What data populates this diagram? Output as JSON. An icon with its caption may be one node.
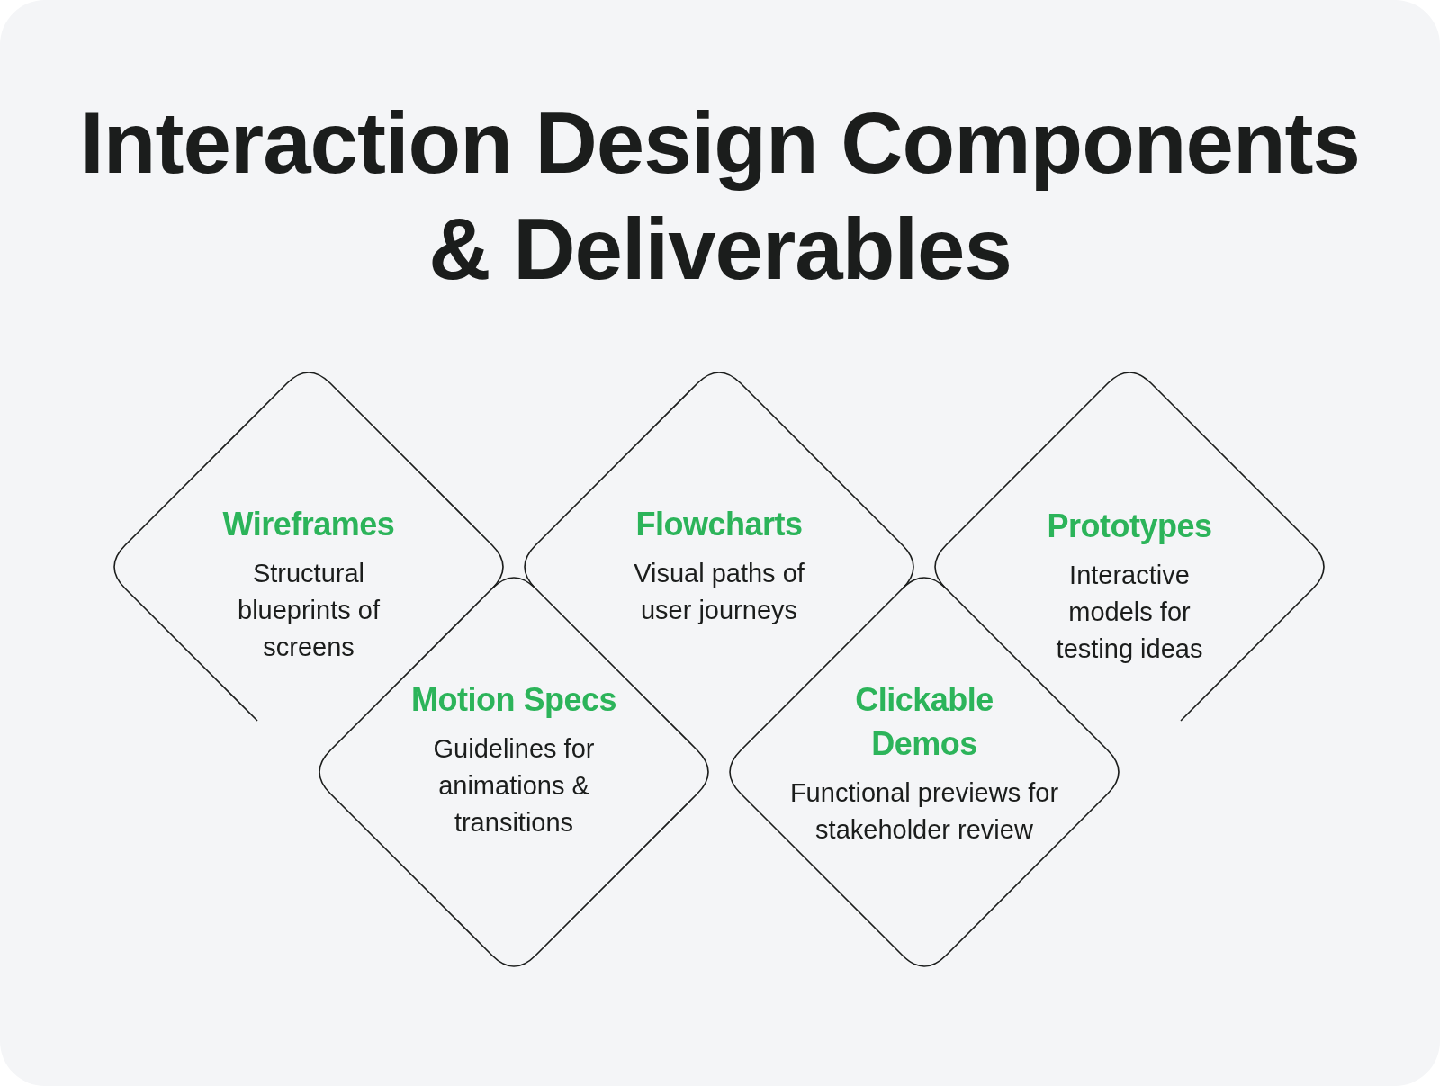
{
  "diagram": {
    "title": "Interaction Design Components & Deliverables",
    "nodes": [
      {
        "text": [
          "Wireframes",
          "Structural blueprints of screens"
        ]
      },
      {
        "text": [
          "Flowcharts",
          "Visual paths of user journeys"
        ]
      },
      {
        "text": [
          "Prototypes",
          "Interactive models for testing ideas"
        ]
      },
      {
        "text": [
          "Motion Specs",
          "Guidelines for animations & transitions"
        ]
      },
      {
        "text": [
          "Clickable Demos",
          "Functional previews for stakeholder review"
        ]
      }
    ]
  }
}
